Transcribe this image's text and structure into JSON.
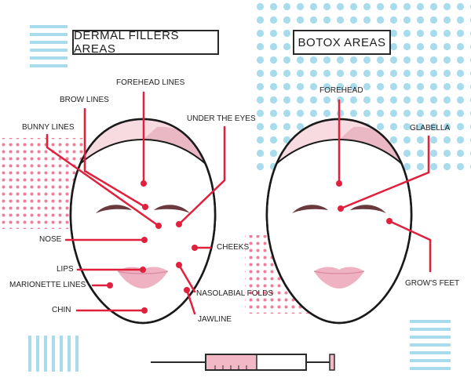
{
  "titles": {
    "fillers": "DERMAL FILLERS AREAS",
    "botox": "BOTOX AREAS"
  },
  "fillers_labels": {
    "forehead_lines": "FOREHEAD LINES",
    "brow_lines": "BROW LINES",
    "bunny_lines": "BUNNY LINES",
    "under_the_eyes": "UNDER THE EYES",
    "nose": "NOSE",
    "cheeks": "CHEEKS",
    "lips": "LIPS",
    "marionette_lines": "MARIONETTE LINES",
    "nasolabial_folds": "NASOLABIAL FOLDS",
    "chin": "CHIN",
    "jawline": "JAWLINE"
  },
  "botox_labels": {
    "forehead": "FOREHEAD",
    "glabella": "GLABELLA",
    "crows_feet": "GROW'S FEET"
  },
  "colors": {
    "accent_red": "#e0203c",
    "outline": "#1a1a1a",
    "headband_light": "#f8dbe1",
    "headband_dark": "#eab7c4",
    "lips": "#efb2c2",
    "brows": "#6b3a3e",
    "dots_pink": "#ef7f98",
    "dots_blue": "#a8dcec",
    "stripes_blue": "#a8dcec"
  },
  "icons": [
    "syringe-icon"
  ]
}
